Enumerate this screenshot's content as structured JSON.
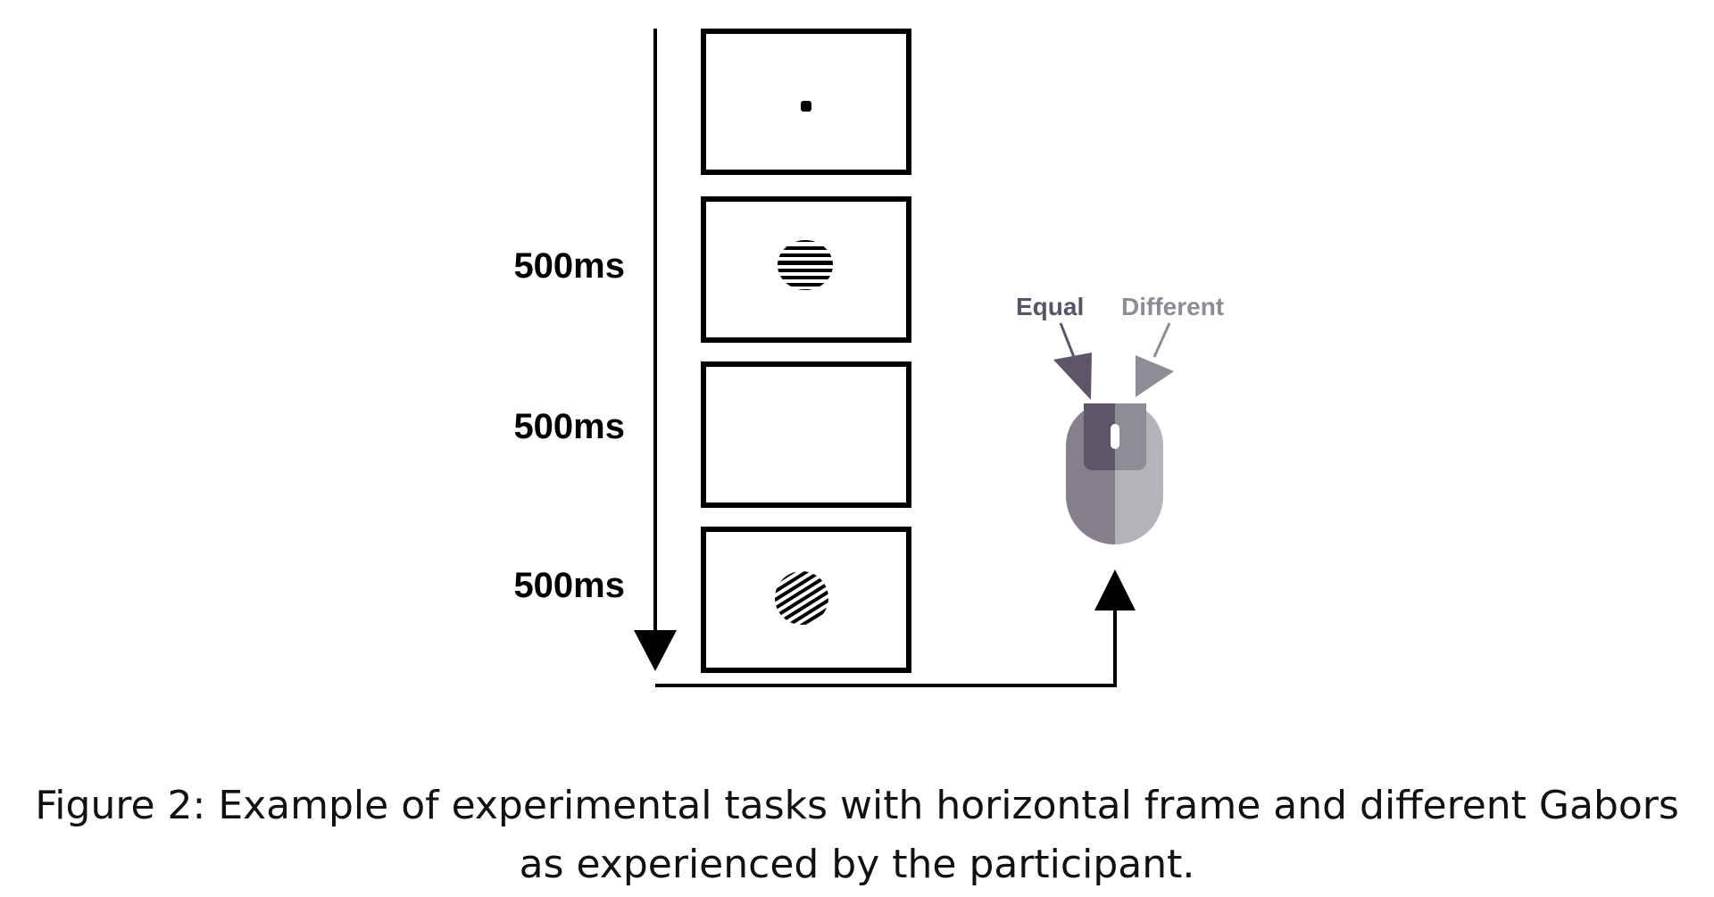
{
  "diagram": {
    "frames": [
      {
        "content": "fixation-dot",
        "duration": ""
      },
      {
        "content": "gabor-horizontal",
        "duration": "500ms"
      },
      {
        "content": "blank",
        "duration": "500ms"
      },
      {
        "content": "gabor-oblique",
        "duration": "500ms"
      }
    ],
    "response": {
      "left_label": "Equal",
      "right_label": "Different"
    },
    "colors": {
      "left_button": "#5e5569",
      "right_button": "#8f8c96",
      "mouse_left": "#85808c",
      "mouse_right": "#b5b3b9",
      "left_label": "#5a5366",
      "right_label": "#8e8a96"
    }
  },
  "caption": {
    "line1": "Figure 2: Example of experimental tasks with horizontal frame and different Gabors",
    "line2": "as experienced by the participant."
  }
}
